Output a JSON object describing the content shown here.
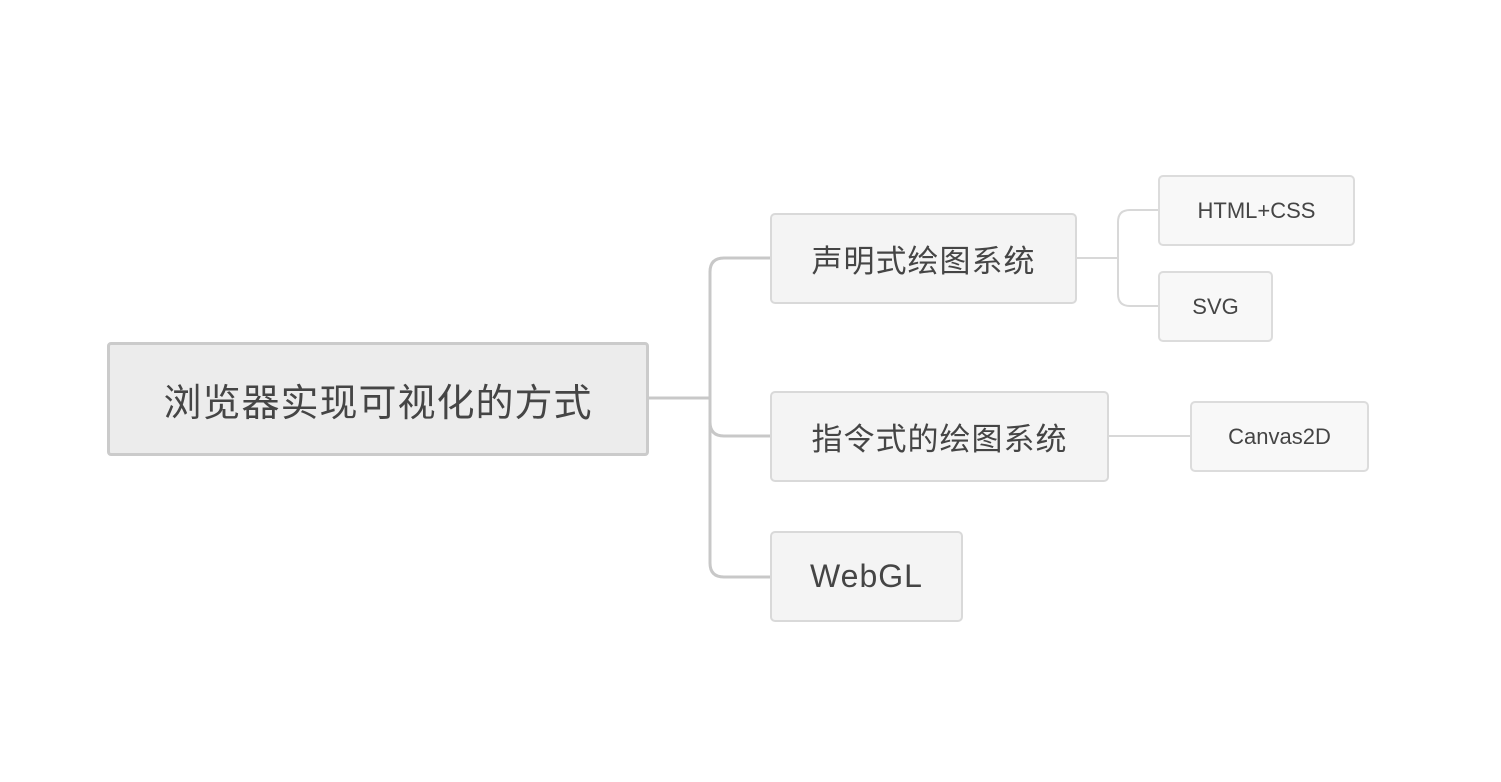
{
  "mindmap": {
    "root": {
      "label": "浏览器实现可视化的方式"
    },
    "branches": [
      {
        "id": "declarative",
        "label": "声明式绘图系统",
        "children": [
          {
            "id": "htmlcss",
            "label": "HTML+CSS"
          },
          {
            "id": "svg",
            "label": "SVG"
          }
        ]
      },
      {
        "id": "imperative",
        "label": "指令式的绘图系统",
        "children": [
          {
            "id": "canvas2d",
            "label": "Canvas2D"
          }
        ]
      },
      {
        "id": "webgl",
        "label": "WebGL",
        "children": []
      }
    ]
  },
  "colors": {
    "background": "#ffffff",
    "root_fill": "#ececec",
    "root_border": "#cbcbcb",
    "branch_fill": "#f4f4f4",
    "branch_border": "#d9d9d9",
    "leaf_fill": "#f8f8f8",
    "leaf_border": "#dcdcdc",
    "main_connector": "#c8c8c8",
    "sub_connector": "#d8d8d8",
    "text": "#454545"
  }
}
